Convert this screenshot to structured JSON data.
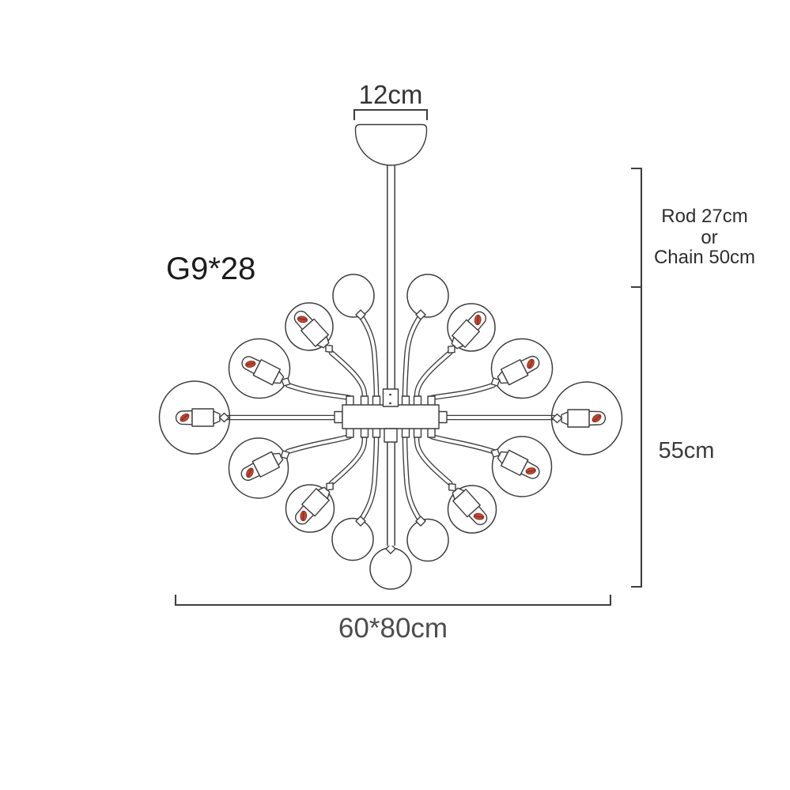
{
  "diagram": {
    "title": "Chandelier dimension drawing",
    "labels": {
      "canopy_width": "12cm",
      "bulb_spec": "G9*28",
      "suspension_line1": "Rod 27cm",
      "suspension_line2": "or",
      "suspension_line3": "Chain 50cm",
      "body_height": "55cm",
      "body_size": "60*80cm"
    },
    "colors": {
      "line": "#3d3d3d",
      "dimension": "#3f3f3f",
      "bulb_red": "#c14a34",
      "dimension_text": "#4d4d4d",
      "background": "#ffffff"
    }
  }
}
